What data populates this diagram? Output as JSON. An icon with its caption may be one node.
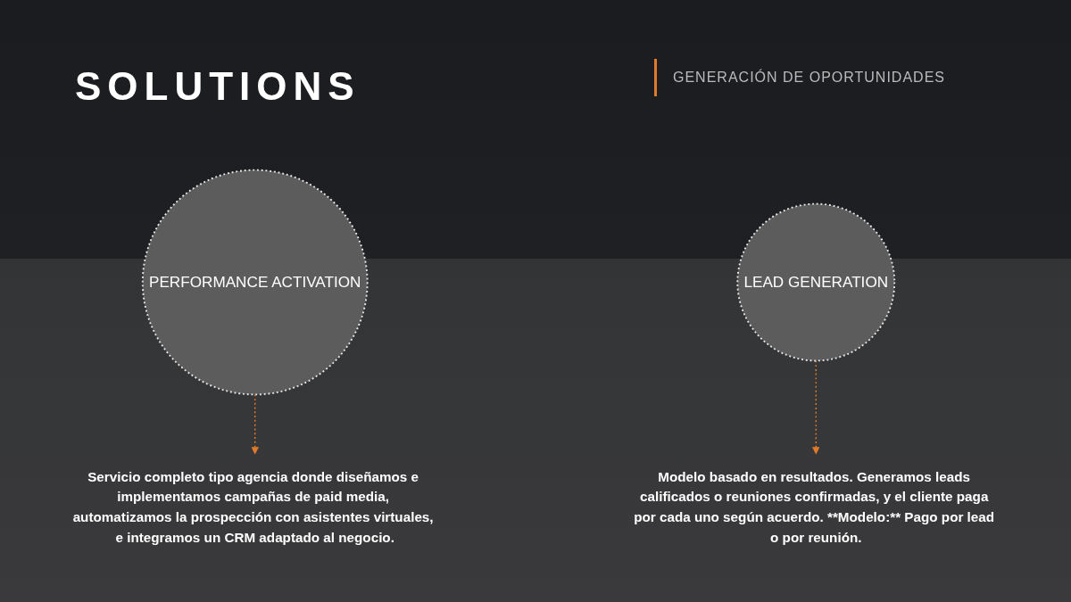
{
  "diagram": {
    "title": "SOLUTIONS",
    "nodes": [
      {
        "text": [
          "PERFORMANCE ACTIVATION"
        ]
      },
      {
        "text": [
          "Servicio completo tipo agencia donde diseñamos e implementamos campañas de paid media, automatizamos la prospección con asistentes virtuales, e integramos un CRM adaptado al negocio."
        ]
      },
      {
        "text": [
          "LEAD GENERATION"
        ]
      },
      {
        "text": [
          "Modelo basado en resultados. Generamos leads calificados o reuniones confirmadas, y el cliente paga por cada uno según acuerdo. **Modelo:** Pago por lead o por reunión."
        ]
      }
    ],
    "edges": [
      {
        "from": 0,
        "to": 1,
        "arrow": "to",
        "style": "dashed"
      },
      {
        "from": 2,
        "to": 3,
        "arrow": "to",
        "style": "dashed"
      }
    ],
    "labels": [
      "GENERACIÓN DE OPORTUNIDADES"
    ]
  }
}
